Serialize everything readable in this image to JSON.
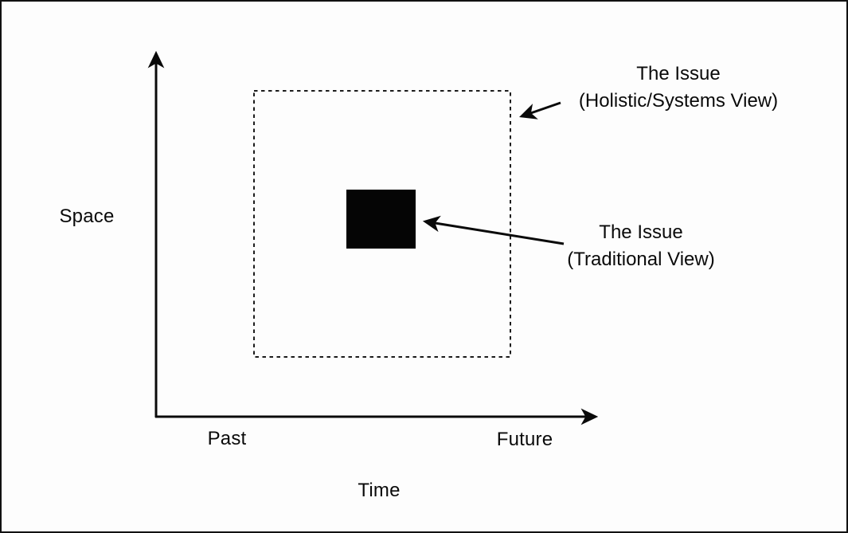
{
  "diagram": {
    "axes": {
      "y_axis_label": "Space",
      "x_axis_label": "Time",
      "x_axis_start_label": "Past",
      "x_axis_end_label": "Future"
    },
    "annotations": {
      "holistic": {
        "line1": "The Issue",
        "line2": "(Holistic/Systems View)"
      },
      "traditional": {
        "line1": "The Issue",
        "line2": "(Traditional View)"
      }
    },
    "colors": {
      "ink": "#0a0a0a",
      "background": "#fdfdfd"
    }
  }
}
